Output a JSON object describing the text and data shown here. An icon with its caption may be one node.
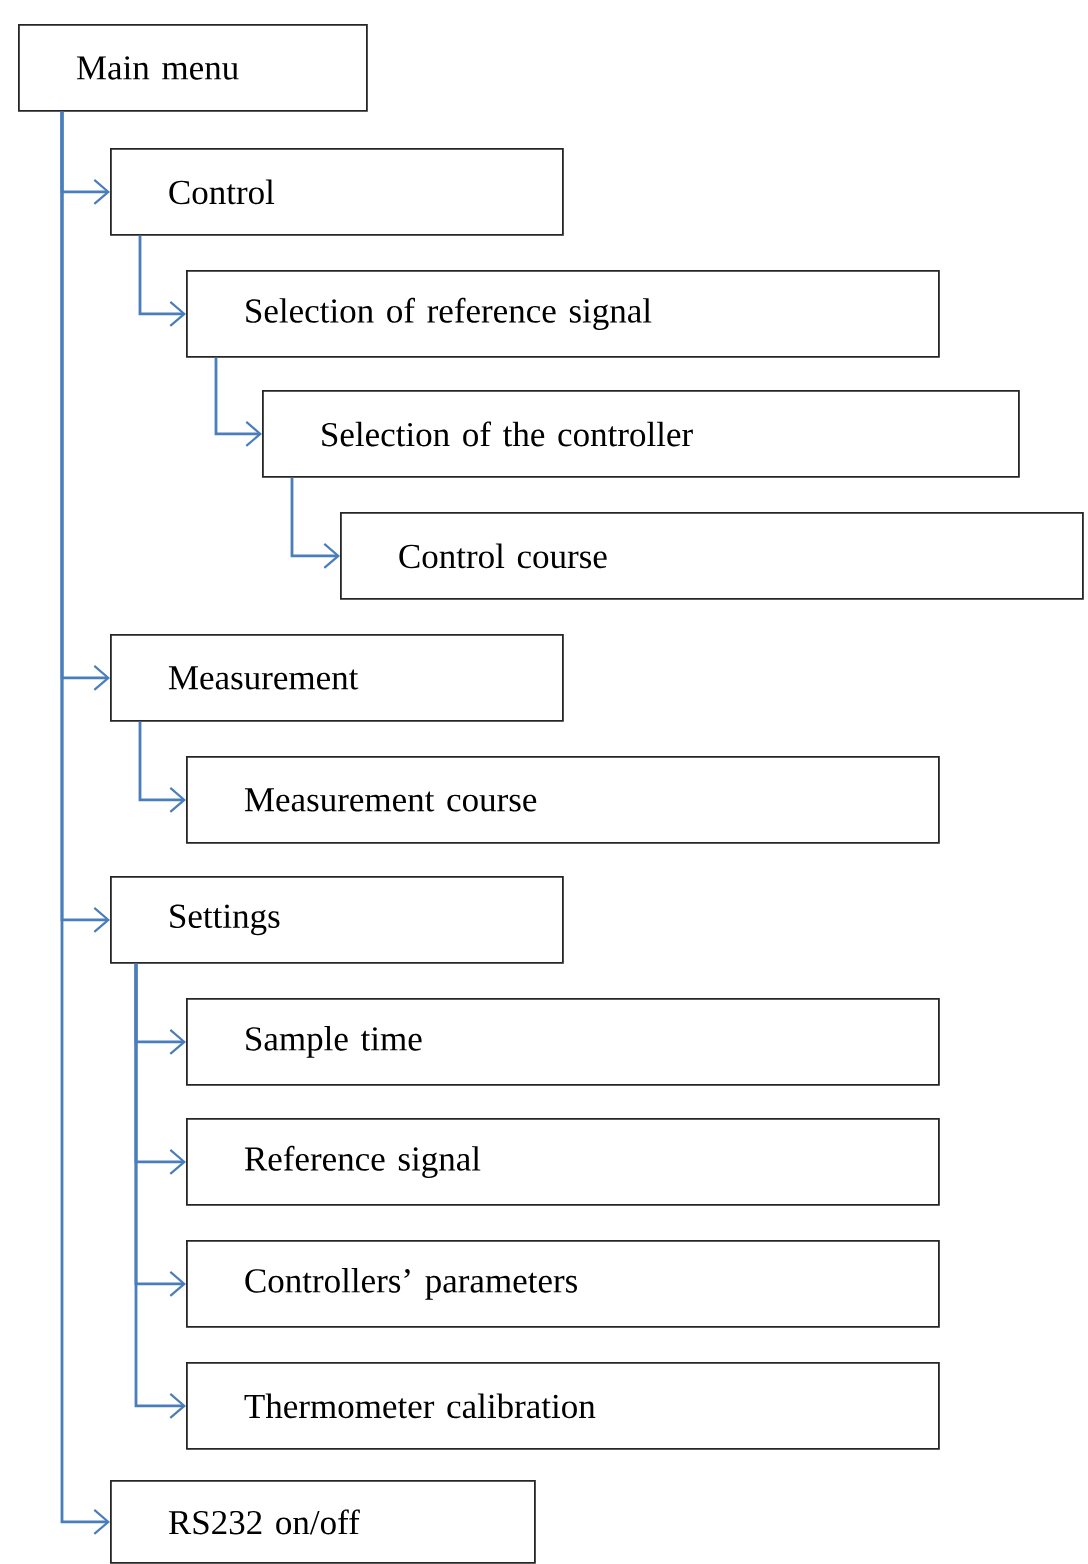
{
  "diagram": {
    "nodes": [
      {
        "text": [
          "Main menu"
        ]
      },
      {
        "text": [
          "Control"
        ]
      },
      {
        "text": [
          "Selection of reference signal"
        ]
      },
      {
        "text": [
          "Selection of the controller"
        ]
      },
      {
        "text": [
          "Control course"
        ]
      },
      {
        "text": [
          "Measurement"
        ]
      },
      {
        "text": [
          "Measurement course"
        ]
      },
      {
        "text": [
          "Settings"
        ]
      },
      {
        "text": [
          "Sample time"
        ]
      },
      {
        "text": [
          "Reference signal"
        ]
      },
      {
        "text": [
          "Controllers’ parameters"
        ]
      },
      {
        "text": [
          "Thermometer calibration"
        ]
      },
      {
        "text": [
          "RS232 on/off"
        ]
      }
    ],
    "edges": [
      {
        "from": 0,
        "to": 1,
        "arrow": "to"
      },
      {
        "from": 1,
        "to": 2,
        "arrow": "to"
      },
      {
        "from": 2,
        "to": 3,
        "arrow": "to"
      },
      {
        "from": 3,
        "to": 4,
        "arrow": "to"
      },
      {
        "from": 0,
        "to": 5,
        "arrow": "to"
      },
      {
        "from": 5,
        "to": 6,
        "arrow": "to"
      },
      {
        "from": 0,
        "to": 7,
        "arrow": "to"
      },
      {
        "from": 7,
        "to": 8,
        "arrow": "to"
      },
      {
        "from": 7,
        "to": 9,
        "arrow": "to"
      },
      {
        "from": 7,
        "to": 10,
        "arrow": "to"
      },
      {
        "from": 7,
        "to": 11,
        "arrow": "to"
      },
      {
        "from": 0,
        "to": 12,
        "arrow": "to"
      }
    ]
  }
}
